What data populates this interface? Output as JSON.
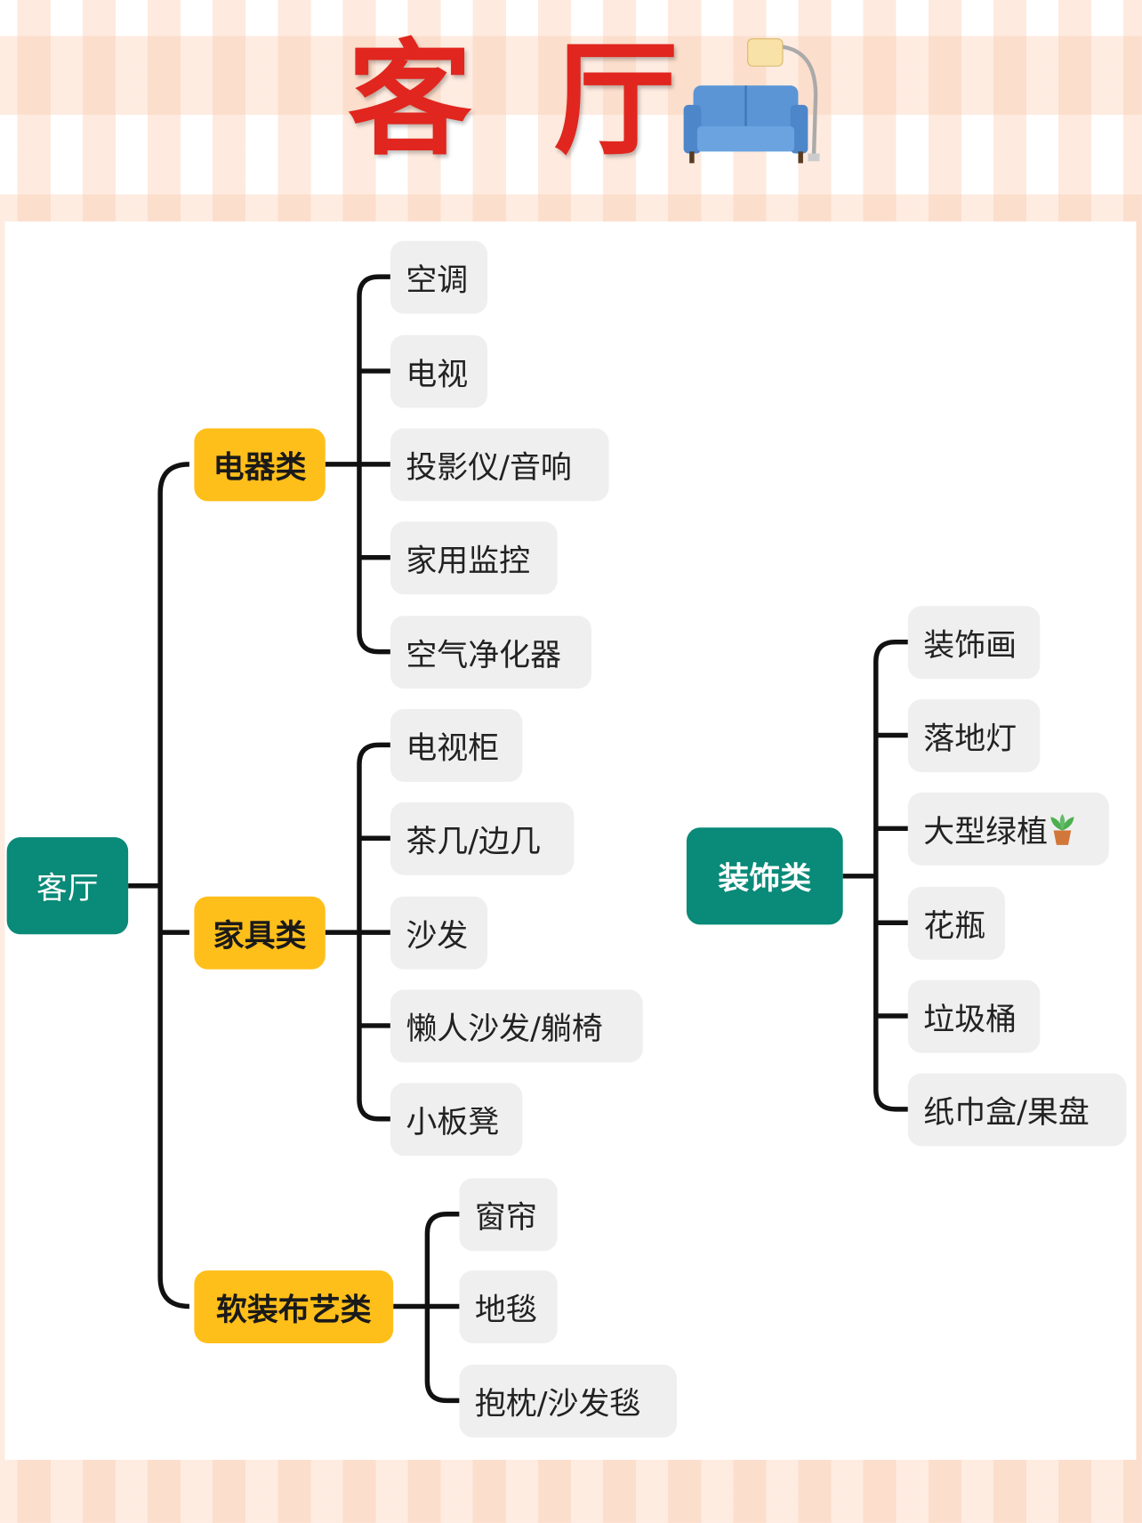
{
  "title": {
    "chars": [
      "客",
      "厅"
    ],
    "icon": "sofa-lamp-icon"
  },
  "root": {
    "label": "客厅"
  },
  "branches": [
    {
      "label": "电器类",
      "items": [
        "空调",
        "电视",
        "投影仪/音响",
        "家用监控",
        "空气净化器"
      ]
    },
    {
      "label": "家具类",
      "items": [
        "电视柜",
        "茶几/边几",
        "沙发",
        "懒人沙发/躺椅",
        "小板凳"
      ]
    },
    {
      "label": "软装布艺类",
      "items": [
        "窗帘",
        "地毯",
        "抱枕/沙发毯"
      ]
    }
  ],
  "decor": {
    "label": "装饰类",
    "items": [
      "装饰画",
      "落地灯",
      "大型绿植",
      "花瓶",
      "垃圾桶",
      "纸巾盒/果盘"
    ],
    "plant_icon": "potted-plant-icon"
  },
  "colors": {
    "root": "#0a8a78",
    "category": "#ffbf1a",
    "leaf": "#efefef",
    "title": "#e0261e",
    "line": "#111111"
  }
}
